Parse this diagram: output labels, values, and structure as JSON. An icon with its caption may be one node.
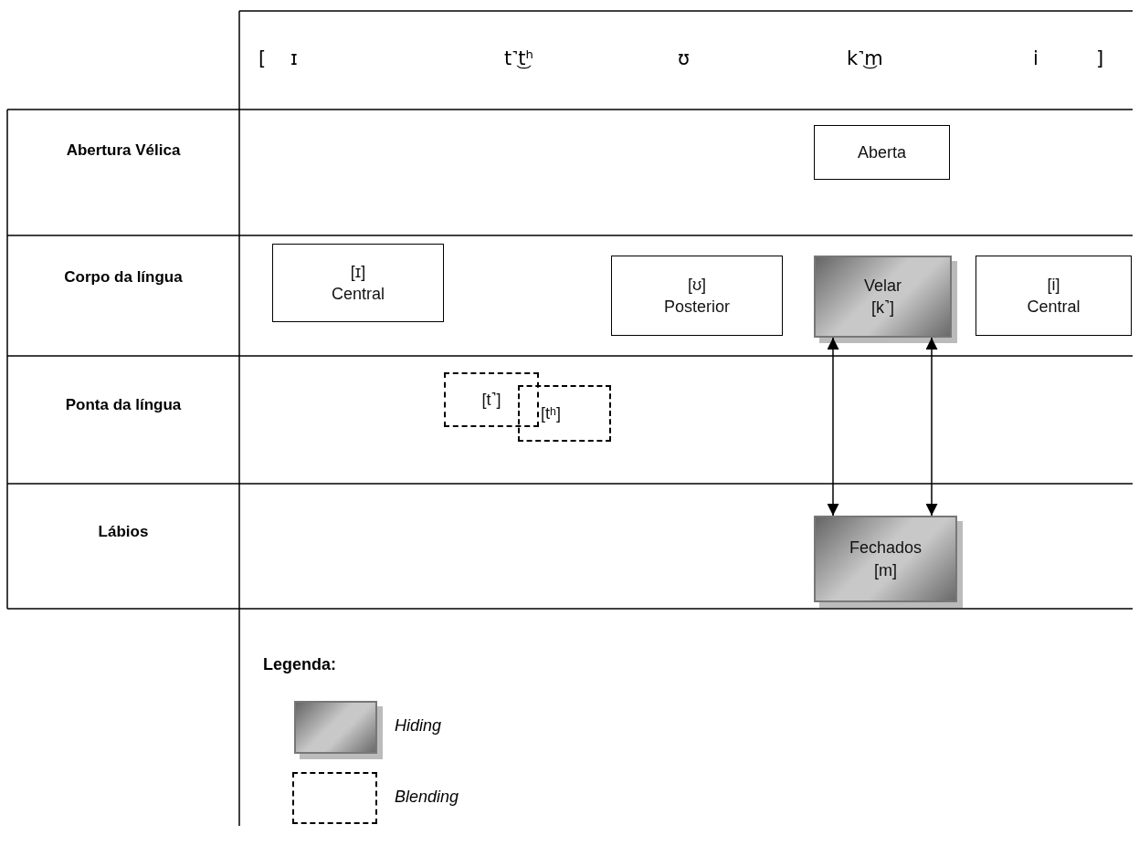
{
  "diagram": {
    "nodes": [
      {
        "text": [
          "Aberta"
        ]
      },
      {
        "text": [
          "[ɪ]",
          "Central"
        ]
      },
      {
        "text": [
          "[ʊ]",
          "Posterior"
        ]
      },
      {
        "text": [
          "Velar",
          "[k˺]"
        ]
      },
      {
        "text": [
          "[i]",
          "Central"
        ]
      },
      {
        "text": [
          "[t˺]"
        ]
      },
      {
        "text": [
          "[tʰ]"
        ]
      },
      {
        "text": [
          "Fechados",
          "[m]"
        ]
      }
    ],
    "edges": [
      {
        "from": 3,
        "to": 7,
        "arrow": "both"
      },
      {
        "from": 3,
        "to": 7,
        "arrow": "both"
      }
    ],
    "labels": [
      "[",
      "ɪ",
      "t˺͜tʰ",
      "ʊ",
      "k˺͜m",
      "i",
      "]",
      "Abertura Vélica",
      "Corpo da língua",
      "Ponta da língua",
      "Lábios",
      "Legenda:"
    ],
    "legend": [
      {
        "text": "Hiding"
      },
      {
        "text": "Blending"
      }
    ]
  }
}
